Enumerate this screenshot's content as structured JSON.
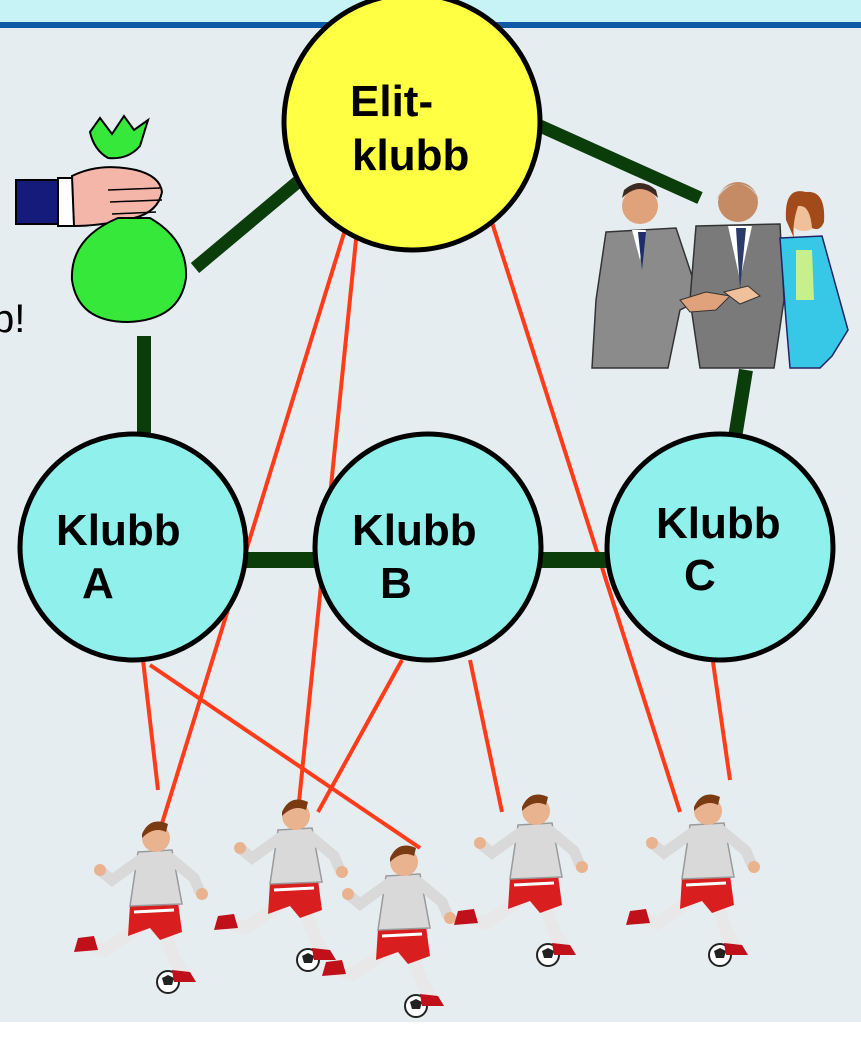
{
  "diagram": {
    "elite_club": {
      "line1": "Elit-",
      "line2": "klubb"
    },
    "clubs": [
      {
        "line1": "Klubb",
        "line2": "A"
      },
      {
        "line1": "Klubb",
        "line2": "B"
      },
      {
        "line1": "Klubb",
        "line2": "C"
      }
    ],
    "side_text": "p!",
    "colors": {
      "elite_fill": "#ffff44",
      "club_fill": "#8ff0ec",
      "thick_link": "#0b3d0b",
      "thin_link": "#ff3b1a",
      "money_bag": "#35e83a"
    },
    "icons": [
      "money-bag-hand-icon",
      "handshake-people-icon",
      "soccer-player-icon"
    ]
  }
}
